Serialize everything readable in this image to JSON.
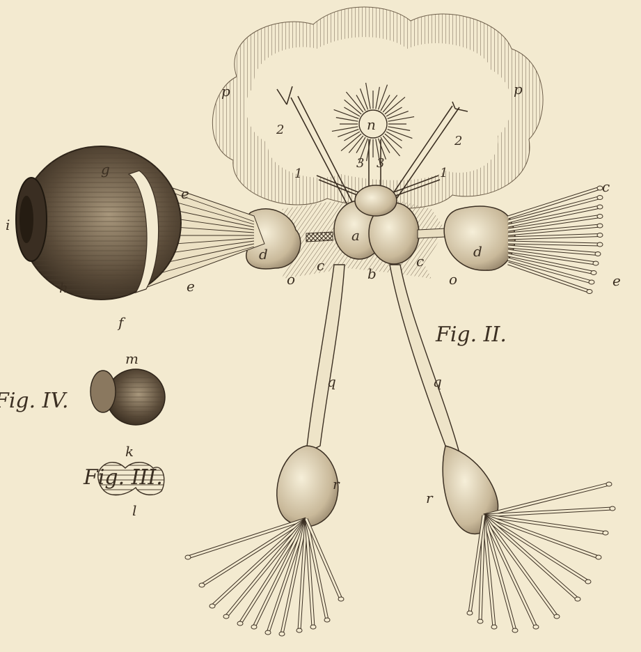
{
  "figures": {
    "fig2": "Fig. II.",
    "fig3": "Fig. III.",
    "fig4": "Fig. IV."
  },
  "labels": {
    "a": "a",
    "b": "b",
    "c": "c",
    "d": "d",
    "e": "e",
    "f": "f",
    "g": "g",
    "h": "h",
    "i": "i",
    "k": "k",
    "l": "l",
    "m": "m",
    "n": "n",
    "o": "o",
    "p": "p",
    "q": "q",
    "r": "r",
    "one": "1",
    "two": "2",
    "three": "3"
  },
  "colors": {
    "paper": "#f3ead0",
    "ink": "#3b2f22",
    "hatch": "#8a7a66",
    "tissue": "#ede3c7"
  }
}
